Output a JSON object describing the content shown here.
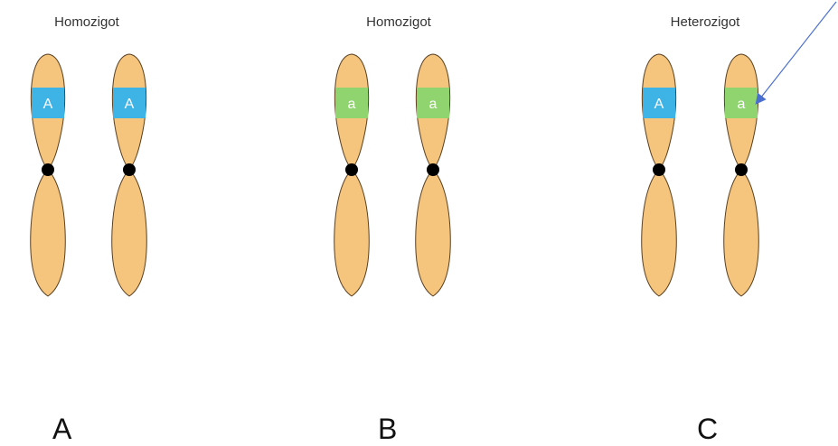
{
  "panels": [
    {
      "title": "Homozigot",
      "letter": "A",
      "chromosomes": [
        {
          "allele": "A",
          "band_color": "#3eb4e6"
        },
        {
          "allele": "A",
          "band_color": "#3eb4e6"
        }
      ]
    },
    {
      "title": "Homozigot",
      "letter": "B",
      "chromosomes": [
        {
          "allele": "a",
          "band_color": "#8fd46f"
        },
        {
          "allele": "a",
          "band_color": "#8fd46f"
        }
      ]
    },
    {
      "title": "Heterozigot",
      "letter": "C",
      "chromosomes": [
        {
          "allele": "A",
          "band_color": "#3eb4e6"
        },
        {
          "allele": "a",
          "band_color": "#8fd46f"
        }
      ]
    }
  ],
  "colors": {
    "chromosome_fill": "#f6c57d",
    "chromosome_stroke": "#5a4020",
    "centromere": "#000000",
    "arrow": "#4a6fd0"
  }
}
